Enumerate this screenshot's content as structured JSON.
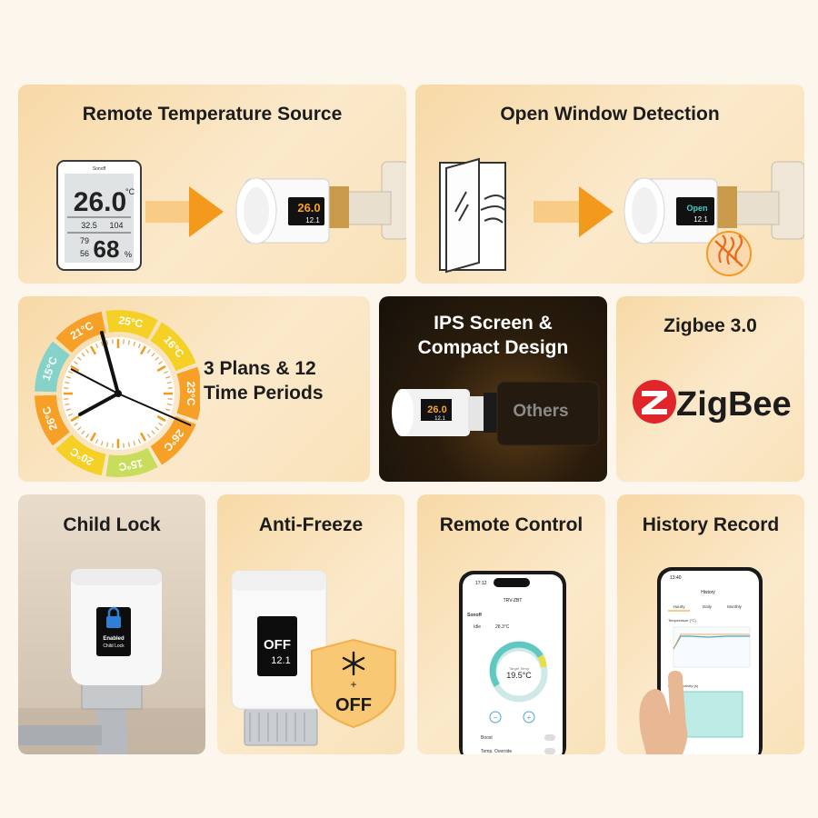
{
  "cards": {
    "remote_temp": {
      "title": "Remote Temperature Source",
      "sensor_brand": "Sonoff",
      "sensor_temp": "26.0",
      "sensor_unit": "°C",
      "sensor_max": "32.5",
      "sensor_max2": "104",
      "sensor_min": "79",
      "sensor_min2": "56",
      "sensor_humidity": "68",
      "sensor_hum_unit": "%",
      "trv_display": "26.0",
      "trv_sub": "12.1"
    },
    "open_window": {
      "title": "Open Window Detection",
      "trv_display": "Open",
      "trv_sub": "12.1"
    },
    "plans": {
      "title": "3 Plans & 12\nTime Periods",
      "title_line1": "3 Plans & 12",
      "title_line2": "Time Periods",
      "segments": [
        "25°C",
        "16°C",
        "23°C",
        "26°C",
        "15°C",
        "20°C",
        "26°C",
        "15°C",
        "21°C"
      ]
    },
    "ips": {
      "title_line1": "IPS Screen &",
      "title_line2": "Compact Design",
      "trv_display": "26.0",
      "trv_sub": "12.1",
      "others": "Others"
    },
    "zigbee": {
      "title": "Zigbee 3.0",
      "logo_text": "ZigBee"
    },
    "child_lock": {
      "title": "Child Lock",
      "status_line1": "Enabled",
      "status_line2": "Child Lock"
    },
    "anti_freeze": {
      "title": "Anti-Freeze",
      "display_main": "OFF",
      "display_sub": "12.1",
      "badge_plus": "+",
      "badge_off": "OFF"
    },
    "remote_control": {
      "title": "Remote Control",
      "phone_time": "17:12",
      "screen_title": "TRV-ZBT",
      "brand": "Sonoff",
      "status": "Idle",
      "current_temp": "28.3°C",
      "target_label": "Target Temp",
      "target_temp": "19.5°C",
      "minus": "−",
      "plus": "+",
      "row1": "Boost",
      "row2": "Temp. Override"
    },
    "history": {
      "title": "History Record",
      "phone_time": "13:40",
      "screen_title": "History",
      "tabs": [
        "Hourly",
        "Daily",
        "Monthly"
      ],
      "chart1_label": "Temperature (°C)",
      "chart2_label": "Heating Activity (s)"
    }
  },
  "colors": {
    "accent_orange": "#f39a1c",
    "display_orange": "#f7a51e",
    "zigbee_red": "#e0262a",
    "lock_blue": "#2f7fd6",
    "segment_colors": [
      "#f5d027",
      "#f5d027",
      "#f7a028",
      "#f7a028",
      "#c8dd5c",
      "#f5d027",
      "#f7a028",
      "#85d3c8",
      "#f7a028"
    ]
  }
}
